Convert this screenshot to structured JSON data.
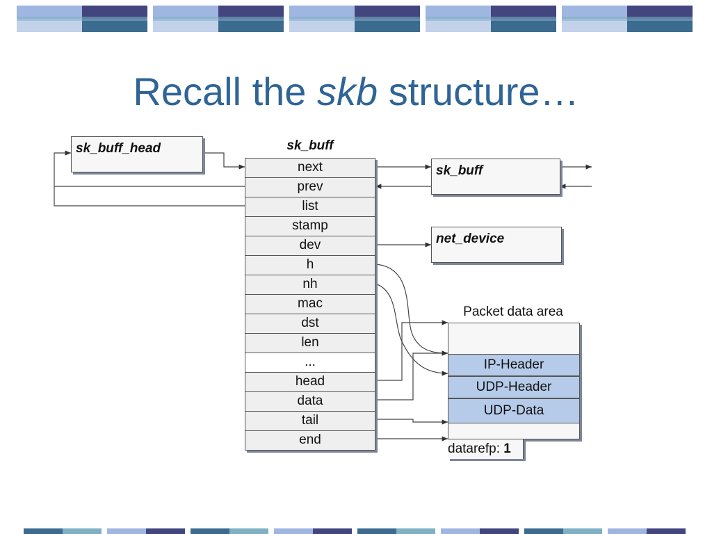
{
  "title": {
    "pre": "Recall the ",
    "italic": "skb",
    "post": " structure…"
  },
  "decor": {
    "colors": [
      "#9fb6e0",
      "#43457e",
      "#3b6b8e",
      "#c3d2ea",
      "#7fb0c4"
    ]
  },
  "sk_buff_head": {
    "label": "sk_buff_head"
  },
  "sk_buff": {
    "title": "sk_buff",
    "fields": [
      "next",
      "prev",
      "list",
      "stamp",
      "dev",
      "h",
      "nh",
      "mac",
      "dst",
      "len",
      "...",
      "head",
      "data",
      "tail",
      "end"
    ]
  },
  "next_sk_buff": {
    "label": "sk_buff"
  },
  "net_device": {
    "label": "net_device"
  },
  "packet": {
    "title": "Packet data area",
    "ip_header": "IP-Header",
    "udp_header": "UDP-Header",
    "udp_data": "UDP-Data",
    "dataref_label": "datarefp: ",
    "dataref_value": "1"
  }
}
